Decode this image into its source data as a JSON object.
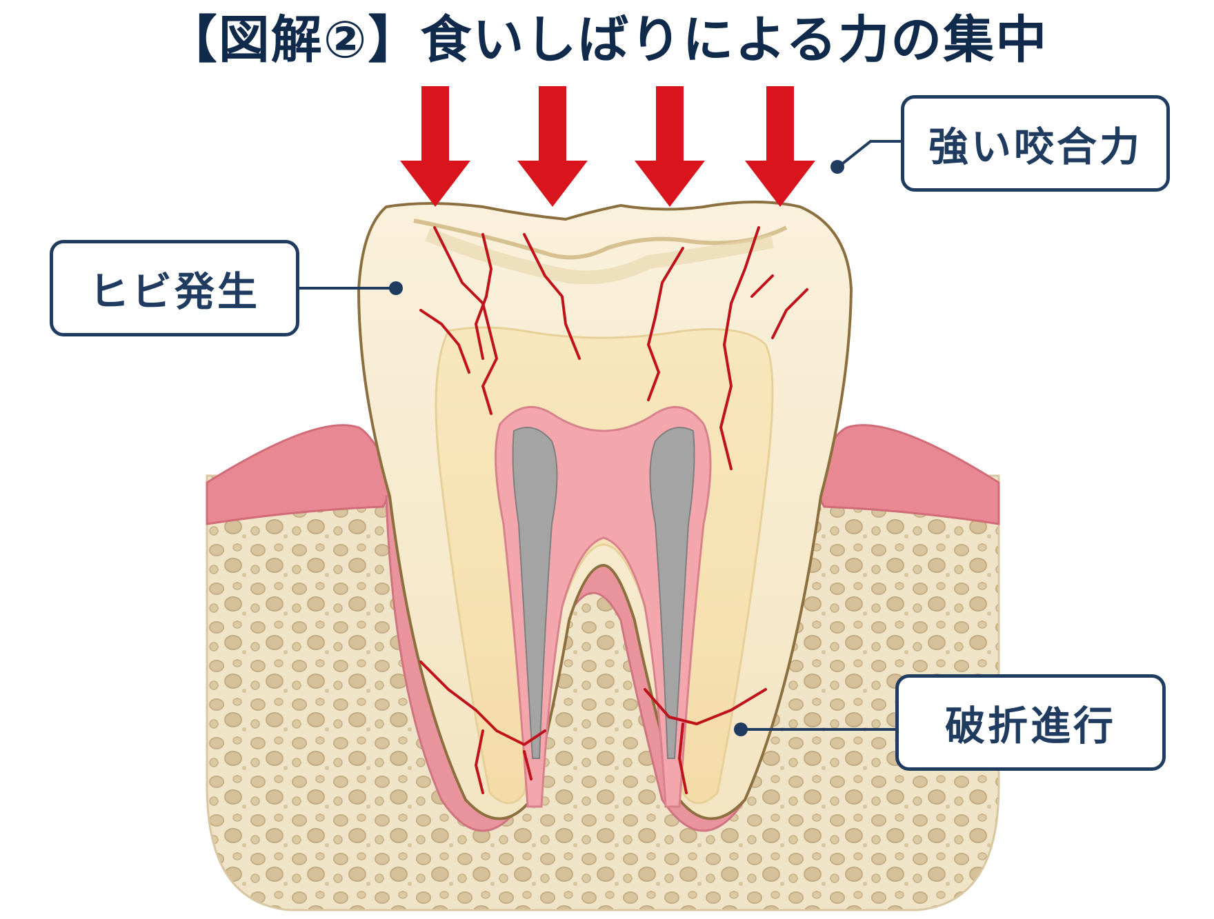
{
  "title": "【図解②】食いしばりによる力の集中",
  "labels": {
    "strong_bite_force": "強い咬合力",
    "crack_occurrence": "ヒビ発生",
    "fracture_progression": "破折進行"
  },
  "colors": {
    "title_text": "#0f2a4a",
    "label_border": "#1f3c60",
    "arrow": "#d9141c",
    "gum": "#e8858f",
    "enamel": "#f7ecd2",
    "dentin": "#f6e2b3",
    "pulp": "#f2a3a8",
    "nerve": "#9a9a9a",
    "bone": "#ede0c4",
    "crack": "#c0121a"
  }
}
